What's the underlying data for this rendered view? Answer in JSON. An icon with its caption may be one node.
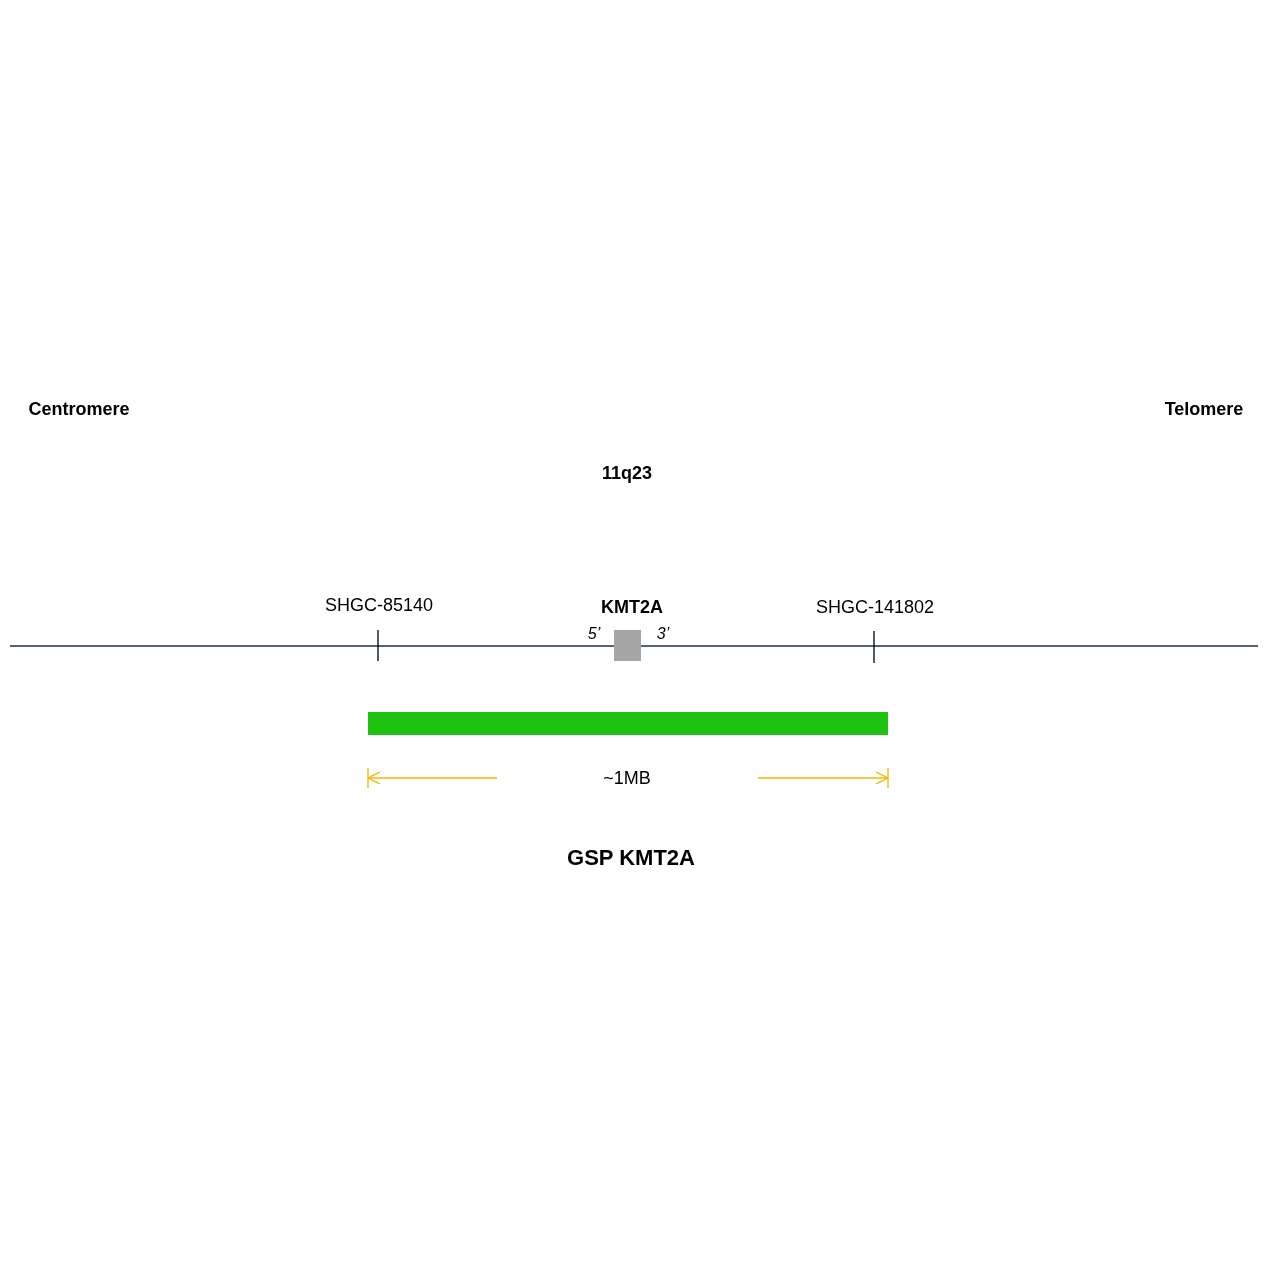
{
  "diagram": {
    "nodes": [
      {
        "text": [
          "KMT2A"
        ],
        "beside": [
          "5’",
          "3’"
        ]
      },
      {
        "text": [],
        "shape": "bar"
      }
    ],
    "edges": [],
    "labels": [
      "Centromere",
      "Telomere",
      "11q23",
      "SHGC-85140",
      "SHGC-141802",
      "~1MB",
      "GSP KMT2A"
    ]
  }
}
